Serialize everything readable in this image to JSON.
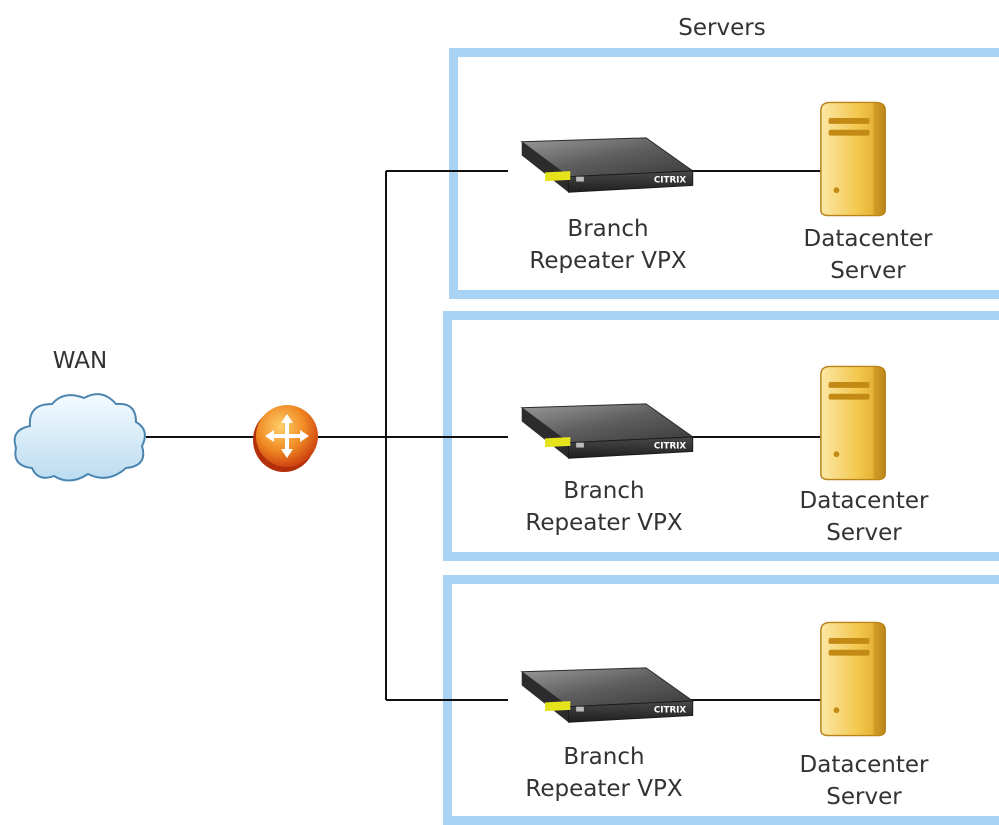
{
  "diagram": {
    "groups_title": "Servers",
    "wan_label": "WAN",
    "appliance_logo": "CITRIX",
    "colors": {
      "group_border": "#a9d3f5",
      "link": "#111111",
      "router": "#e8561c",
      "server": "#f2c64a",
      "appliance": "#3d3d3d",
      "cloud": "#d8ecf8"
    },
    "icons": {
      "wan": "cloud-icon",
      "router": "router-icon",
      "appliance": "appliance-icon",
      "server": "server-icon"
    },
    "groups": [
      {
        "appliance_line1": "Branch",
        "appliance_line2": "Repeater VPX",
        "server_line1": "Datacenter",
        "server_line2": "Server"
      },
      {
        "appliance_line1": "Branch",
        "appliance_line2": "Repeater VPX",
        "server_line1": "Datacenter",
        "server_line2": "Server"
      },
      {
        "appliance_line1": "Branch",
        "appliance_line2": "Repeater VPX",
        "server_line1": "Datacenter",
        "server_line2": "Server"
      }
    ]
  }
}
